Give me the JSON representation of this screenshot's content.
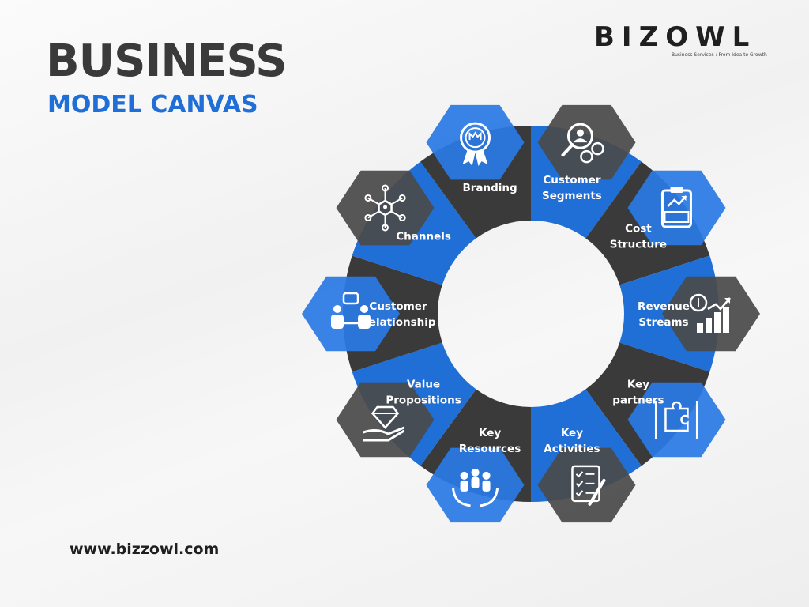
{
  "title": {
    "main": "BUSINESS",
    "sub": "MODEL CANVAS"
  },
  "brand": {
    "name": "BIZOWL",
    "tagline": "Business Services : From Idea to Growth"
  },
  "website": "www.bizzowl.com",
  "colors": {
    "blue": "#1f6fd6",
    "dark": "#3a3a3a",
    "hex_blue": "#2a78e4",
    "hex_dark": "#4a4a4a"
  },
  "segments": [
    {
      "lines": [
        "Customer",
        "Segments"
      ],
      "color": "blue",
      "icon": "customer-search-icon",
      "hex_color": "dark"
    },
    {
      "lines": [
        "Cost",
        "Structure"
      ],
      "color": "dark",
      "icon": "cost-clipboard-icon",
      "hex_color": "blue"
    },
    {
      "lines": [
        "Revenue",
        "Streams"
      ],
      "color": "blue",
      "icon": "revenue-chart-icon",
      "hex_color": "dark"
    },
    {
      "lines": [
        "Key",
        "partners"
      ],
      "color": "dark",
      "icon": "puzzle-handshake-icon",
      "hex_color": "blue"
    },
    {
      "lines": [
        "Key",
        "Activities"
      ],
      "color": "blue",
      "icon": "checklist-icon",
      "hex_color": "dark"
    },
    {
      "lines": [
        "Key",
        "Resources"
      ],
      "color": "dark",
      "icon": "team-hands-icon",
      "hex_color": "blue"
    },
    {
      "lines": [
        "Value",
        "Propositions"
      ],
      "color": "blue",
      "icon": "diamond-hand-icon",
      "hex_color": "dark"
    },
    {
      "lines": [
        "Customer",
        "Relationship"
      ],
      "color": "dark",
      "icon": "conversation-icon",
      "hex_color": "blue"
    },
    {
      "lines": [
        "Channels"
      ],
      "color": "blue",
      "icon": "network-icon",
      "hex_color": "dark"
    },
    {
      "lines": [
        "Branding"
      ],
      "color": "dark",
      "icon": "award-badge-icon",
      "hex_color": "blue"
    }
  ]
}
